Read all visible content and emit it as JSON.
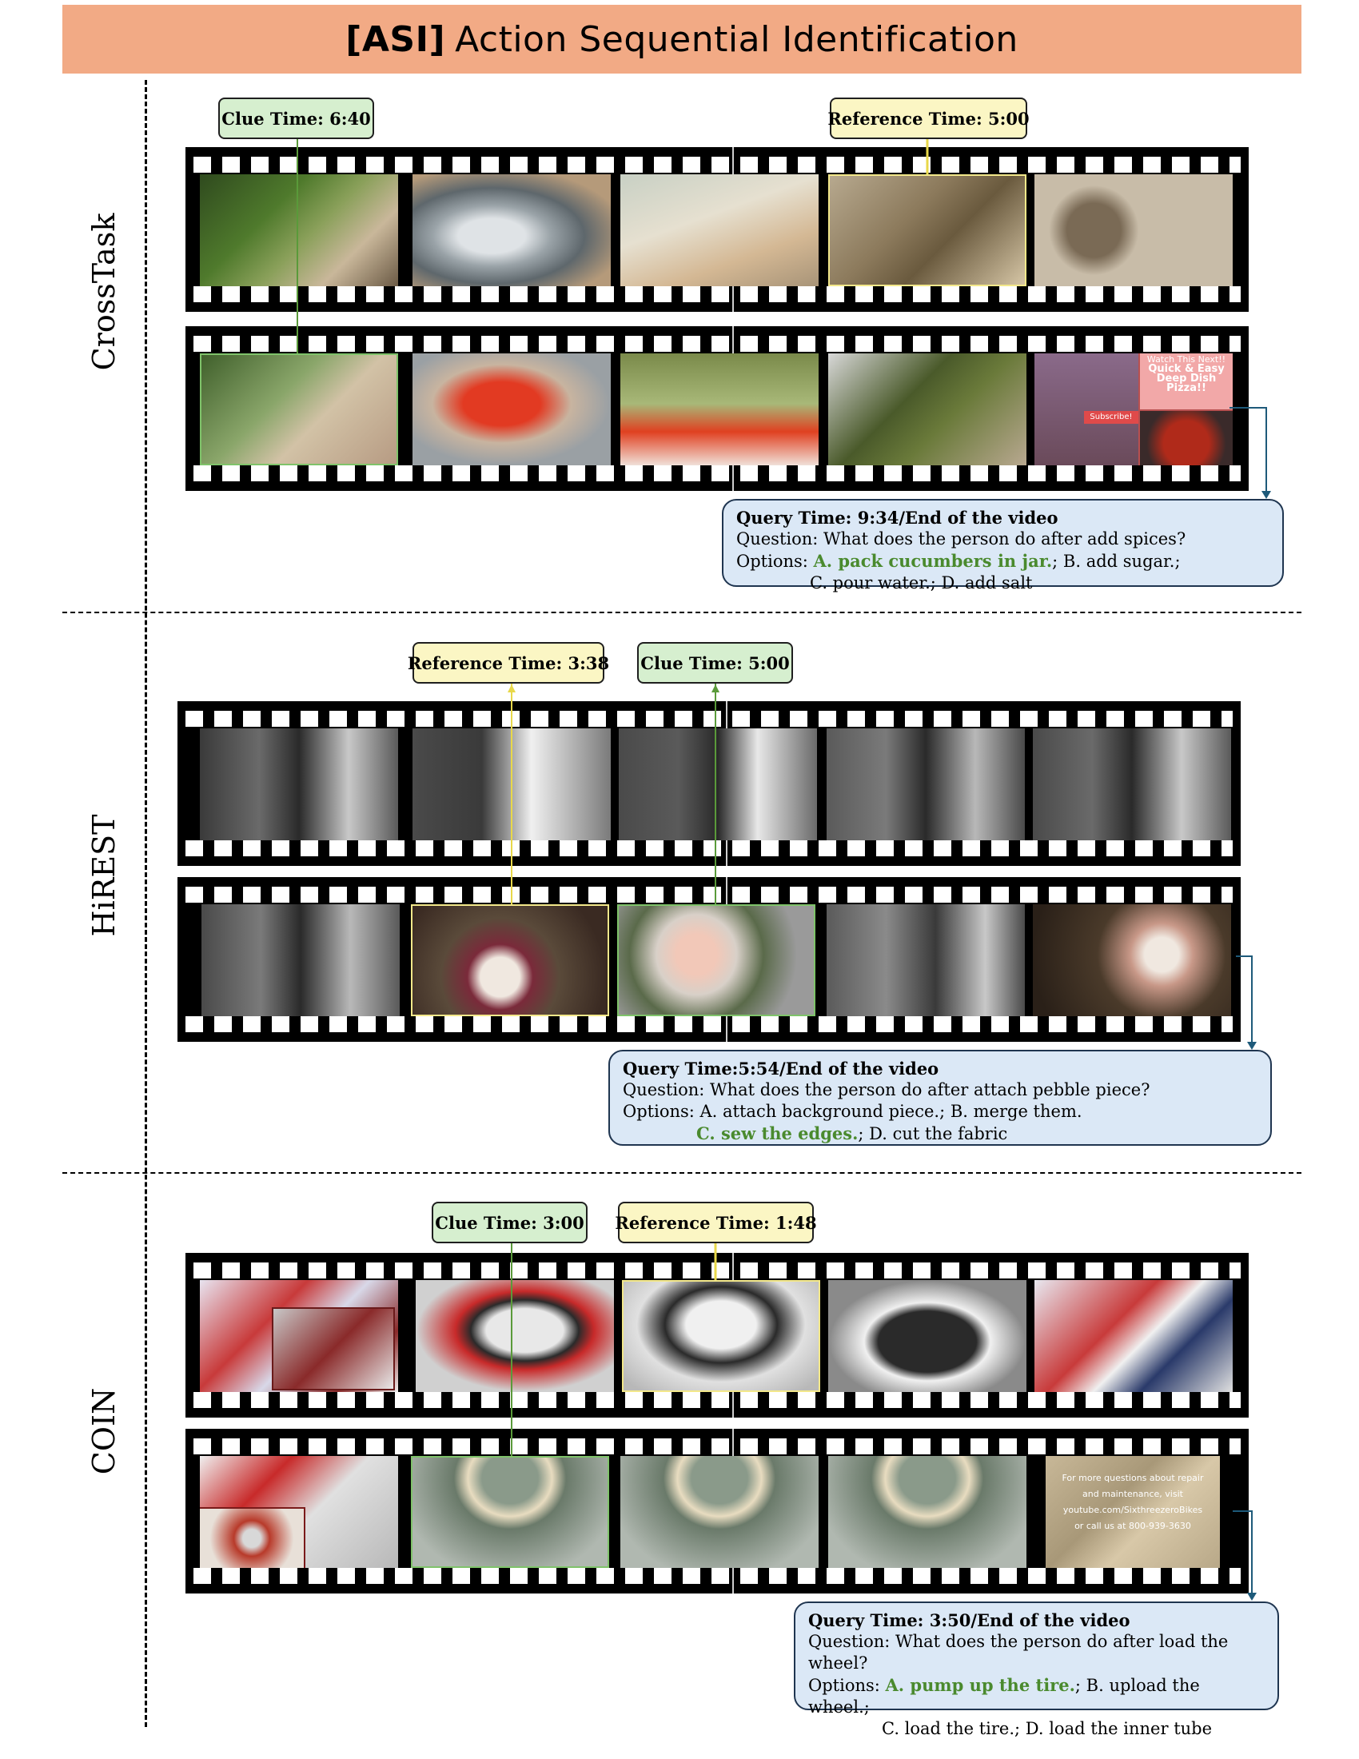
{
  "title": {
    "bold": "[ASI]",
    "rest": "Action Sequential Identification"
  },
  "colors": {
    "banner": "#f2aa85",
    "clue_box": "#d6efcf",
    "reference_box": "#fbf6c4",
    "query_box": "#dbe8f6",
    "answer": "#4a8a2e",
    "clue_line": "#5a9a3a",
    "reference_line": "#e8d84a",
    "query_line": "#1e5a7a"
  },
  "sections": [
    {
      "name": "CrossTask",
      "clue_time": "Clue Time: 6:40",
      "reference_time": "Reference Time: 5:00",
      "frames_row1": [
        "cucumbers-in-colander",
        "steel-pot",
        "garlic-in-jar",
        "spices-in-jar",
        "spice-jars"
      ],
      "frames_row2": [
        "cucumbers-in-jar",
        "red-funnel",
        "filled-jars",
        "jar-lid",
        "youtube-end-screen"
      ],
      "end_screen_text": [
        "Watch This Next!!",
        "Quick & Easy",
        "Deep Dish",
        "Pizza!!",
        "Subscribe!"
      ],
      "query": {
        "time": "Query Time: 9:34/End of the video",
        "question": "Question: What does the person do after add spices?",
        "options_prefix": "Options: ",
        "answer": "A. pack cucumbers in jar.",
        "line1_rest": "; B. add sugar.;",
        "line2": "C. pour water.; D. add salt"
      }
    },
    {
      "name": "HiREST",
      "clue_time": "Clue Time: 5:00",
      "reference_time": "Reference Time: 3:38",
      "frames_row1": [
        "woman-florist-1",
        "woman-florist-2",
        "woman-florist-3",
        "woman-florist-4",
        "woman-florist-5"
      ],
      "frames_row2": [
        "woman-florist-6",
        "bouquet-wrapping",
        "bouquet-closeup",
        "woman-florist-7",
        "bouquet-on-table"
      ],
      "query": {
        "time": "Query Time:5:54/End of the video",
        "question": "Question: What does the person do after attach pebble piece?",
        "options_prefix": "Options: ",
        "line1": "Options: A. attach background piece.; B. merge them.",
        "answer": "C. sew the edges.",
        "line2_rest": "; D. cut the fabric"
      }
    },
    {
      "name": "COIN",
      "clue_time": "Clue Time: 3:00",
      "reference_time": "Reference Time: 1:48",
      "frames_row1": [
        "red-bicycle-inset",
        "tire-removal",
        "tire-fitting",
        "tire-wheel",
        "man-with-wheel"
      ],
      "frames_row2": [
        "bicycle-brake-inset",
        "valve-pump-1",
        "valve-pump-2",
        "valve-pump-3",
        "blurred-end-screen"
      ],
      "end_screen_text": [
        "For more questions about repair",
        "and maintenance, visit",
        "youtube.com/SixthreezeroBikes",
        "or call us at 800-939-3630"
      ],
      "query": {
        "time": "Query Time: 3:50/End of the video",
        "question": "Question: What does the person do after load the wheel?",
        "options_prefix": "Options: ",
        "answer": "A. pump up the tire.",
        "line1_rest": "; B. upload the wheel.;",
        "line2": "C. load the tire.; D. load the inner tube"
      }
    }
  ]
}
